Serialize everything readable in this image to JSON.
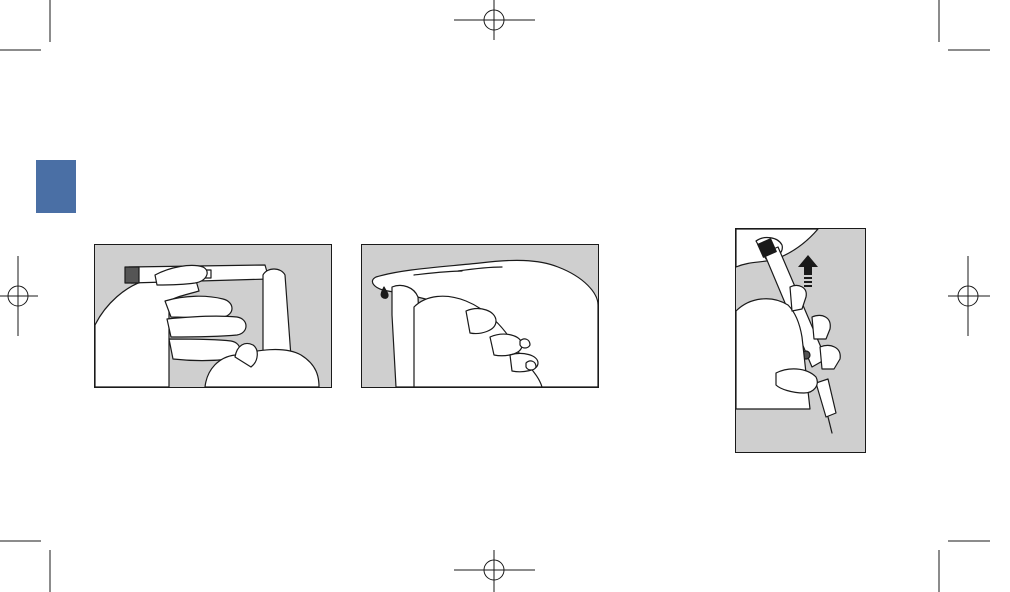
{
  "colors": {
    "tab_marker": "#4a6fa5",
    "panel_background": "#cfcfcf",
    "skin": "#ffffff",
    "line": "#1a1a1a",
    "device_dark": "#555555",
    "crop_marks": "#1a1a1a"
  },
  "illustrations": [
    {
      "id": "step-1",
      "icon": "lancing-device-held-to-fingertip-icon"
    },
    {
      "id": "step-2",
      "icon": "finger-with-blood-drop-icon"
    },
    {
      "id": "step-3",
      "icon": "lancet-ejection-arrow-icon"
    }
  ],
  "decorations": {
    "registration_marks": 4,
    "crop_marks": 8,
    "tab_marker": "section-tab-icon"
  }
}
